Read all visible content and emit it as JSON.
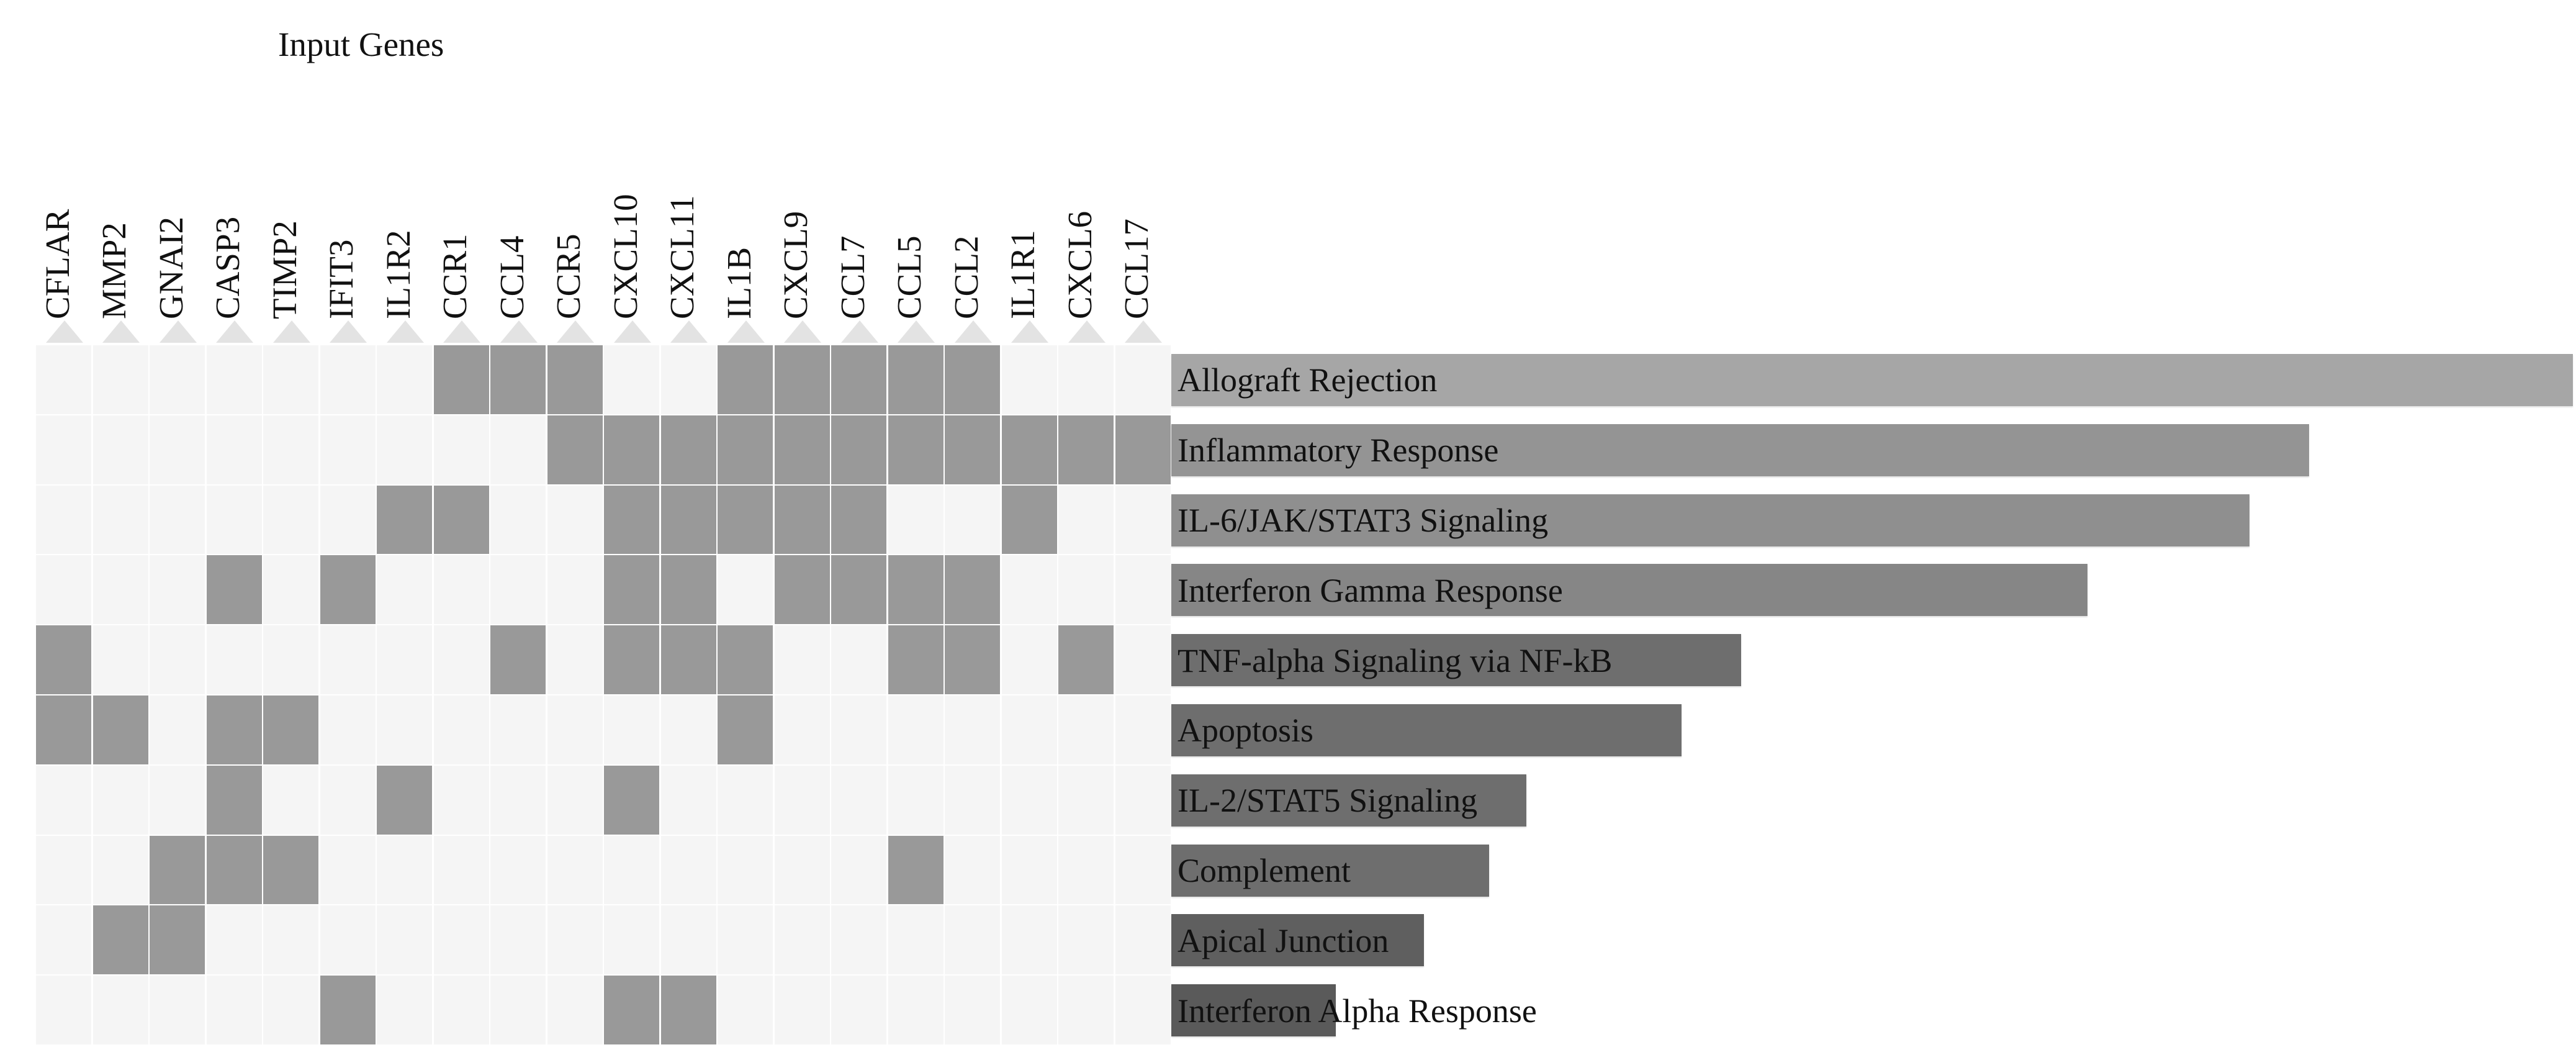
{
  "title": "Input Genes",
  "colors": {
    "cell_on": "#999999",
    "cell_off": "#f5f5f5",
    "tick": "#e3e3e3",
    "grid_line": "#ffffff",
    "bar_light": "#a6a6a6",
    "bar_mid": "#949494",
    "bar_dark": "#6e6e6e",
    "text": "#111111",
    "background": "#ffffff"
  },
  "chart_data": {
    "type": "heatmap",
    "title": "Input Genes",
    "xlabel": "",
    "ylabel": "",
    "grid": true,
    "legend": "none",
    "genes": [
      "CFLAR",
      "MMP2",
      "GNAI2",
      "CASP3",
      "TIMP2",
      "IFIT3",
      "IL1R2",
      "CCR1",
      "CCL4",
      "CCR5",
      "CXCL10",
      "CXCL11",
      "IL1B",
      "CXCL9",
      "CCL7",
      "CCL5",
      "CCL2",
      "IL1R1",
      "CXCL6",
      "CCL17"
    ],
    "pathways": [
      "Allograft Rejection",
      "Inflammatory Response",
      "IL-6/JAK/STAT3 Signaling",
      "Interferon Gamma Response",
      "TNF-alpha Signaling via NF-kB",
      "Apoptosis",
      "IL-2/STAT5 Signaling",
      "Complement",
      "Apical Junction",
      "Interferon Alpha Response"
    ],
    "matrix": [
      [
        0,
        0,
        0,
        0,
        0,
        0,
        0,
        1,
        1,
        1,
        0,
        0,
        1,
        1,
        1,
        1,
        1,
        0,
        0,
        0
      ],
      [
        0,
        0,
        0,
        0,
        0,
        0,
        0,
        0,
        0,
        1,
        1,
        1,
        1,
        1,
        1,
        1,
        1,
        1,
        1,
        1
      ],
      [
        0,
        0,
        0,
        0,
        0,
        0,
        1,
        1,
        0,
        0,
        1,
        1,
        1,
        1,
        1,
        0,
        0,
        1,
        0,
        0
      ],
      [
        0,
        0,
        0,
        1,
        0,
        1,
        0,
        0,
        0,
        0,
        1,
        1,
        0,
        1,
        1,
        1,
        1,
        0,
        0,
        0
      ],
      [
        1,
        0,
        0,
        0,
        0,
        0,
        0,
        0,
        1,
        0,
        1,
        1,
        1,
        0,
        0,
        1,
        1,
        0,
        1,
        0
      ],
      [
        1,
        1,
        0,
        1,
        1,
        0,
        0,
        0,
        0,
        0,
        0,
        0,
        1,
        0,
        0,
        0,
        0,
        0,
        0,
        0
      ],
      [
        0,
        0,
        0,
        1,
        0,
        0,
        1,
        0,
        0,
        0,
        1,
        0,
        0,
        0,
        0,
        0,
        0,
        0,
        0,
        0
      ],
      [
        0,
        0,
        1,
        1,
        1,
        0,
        0,
        0,
        0,
        0,
        0,
        0,
        0,
        0,
        0,
        1,
        0,
        0,
        0,
        0
      ],
      [
        0,
        1,
        1,
        0,
        0,
        0,
        0,
        0,
        0,
        0,
        0,
        0,
        0,
        0,
        0,
        0,
        0,
        0,
        0,
        0
      ],
      [
        0,
        0,
        0,
        0,
        0,
        1,
        0,
        0,
        0,
        0,
        1,
        1,
        0,
        0,
        0,
        0,
        0,
        0,
        0,
        0
      ]
    ],
    "bar_values": [
      2258,
      1833,
      1737,
      1476,
      918,
      822,
      572,
      512,
      407,
      265
    ],
    "bar_max": 2263,
    "bar_shades": [
      "#a6a6a6",
      "#949494",
      "#8f8f8f",
      "#868686",
      "#6e6e6e",
      "#6e6e6e",
      "#6e6e6e",
      "#6e6e6e",
      "#5f5f5f",
      "#5a5a5a"
    ]
  }
}
